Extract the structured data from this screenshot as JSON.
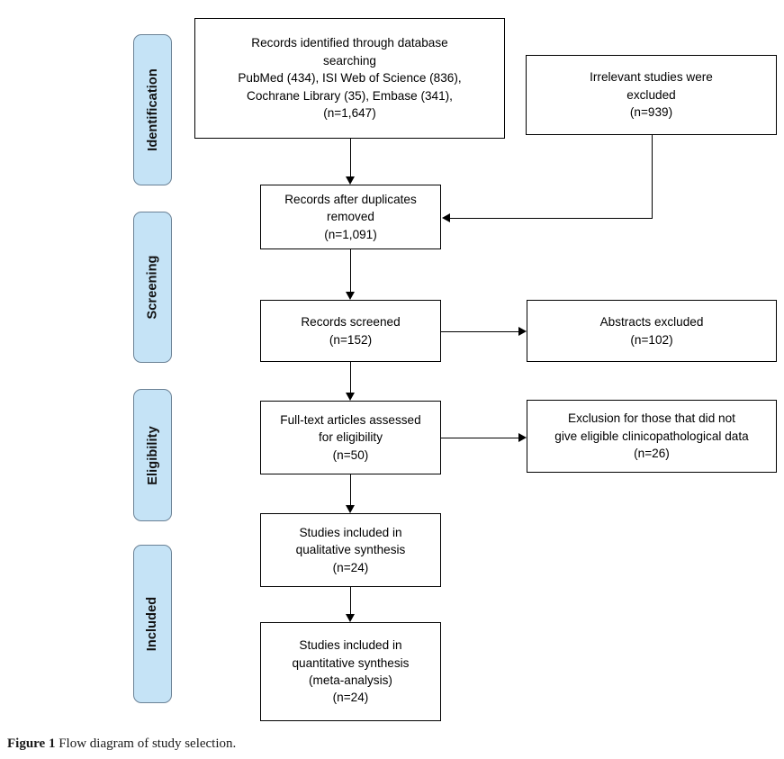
{
  "figure": {
    "caption_label": "Figure 1",
    "caption_text": " Flow diagram of study selection."
  },
  "colors": {
    "pill_fill": "#c5e3f6",
    "pill_border": "#6b8296",
    "box_border": "#000000",
    "box_fill": "#ffffff",
    "connector": "#000000",
    "text": "#000000"
  },
  "stages": [
    {
      "id": "identification",
      "label": "Identification"
    },
    {
      "id": "screening",
      "label": "Screening"
    },
    {
      "id": "eligibility",
      "label": "Eligibility"
    },
    {
      "id": "included",
      "label": "Included"
    }
  ],
  "boxes": {
    "records_identified": {
      "text": "Records identified through database\nsearching\nPubMed (434), ISI Web of Science (836),\nCochrane Library (35), Embase (341),\n(n=1,647)"
    },
    "irrelevant_excluded": {
      "text": "Irrelevant studies were\nexcluded\n(n=939)"
    },
    "duplicates_removed": {
      "text": "Records after duplicates\nremoved\n(n=1,091)"
    },
    "records_screened": {
      "text": "Records screened\n(n=152)"
    },
    "abstracts_excluded": {
      "text": "Abstracts excluded\n(n=102)"
    },
    "fulltext_assessed": {
      "text": "Full-text articles assessed\nfor eligibility\n(n=50)"
    },
    "exclusion_clinicopathological": {
      "text": "Exclusion for those that did not\ngive eligible clinicopathological data\n(n=26)"
    },
    "qualitative_synthesis": {
      "text": "Studies included in\nqualitative synthesis\n(n=24)"
    },
    "quantitative_synthesis": {
      "text": "Studies included in\nquantitative synthesis\n(meta-analysis)\n(n=24)"
    }
  },
  "chart_data": {
    "type": "diagram",
    "title": "Flow diagram of study selection",
    "diagram_kind": "PRISMA flow diagram",
    "stages": [
      "Identification",
      "Screening",
      "Eligibility",
      "Included"
    ],
    "nodes": [
      {
        "id": "records_identified",
        "stage": "Identification",
        "label": "Records identified through database searching",
        "sources": [
          {
            "name": "PubMed",
            "n": 434
          },
          {
            "name": "ISI Web of Science",
            "n": 836
          },
          {
            "name": "Cochrane Library",
            "n": 35
          },
          {
            "name": "Embase",
            "n": 341
          }
        ],
        "n": 1647
      },
      {
        "id": "irrelevant_excluded",
        "stage": "Identification",
        "label": "Irrelevant studies were excluded",
        "n": 939
      },
      {
        "id": "duplicates_removed",
        "stage": "Screening",
        "label": "Records after duplicates removed",
        "n": 1091
      },
      {
        "id": "records_screened",
        "stage": "Screening",
        "label": "Records screened",
        "n": 152
      },
      {
        "id": "abstracts_excluded",
        "stage": "Screening",
        "label": "Abstracts excluded",
        "n": 102
      },
      {
        "id": "fulltext_assessed",
        "stage": "Eligibility",
        "label": "Full-text articles assessed for eligibility",
        "n": 50
      },
      {
        "id": "exclusion_clinicopathological",
        "stage": "Eligibility",
        "label": "Exclusion for those that did not give eligible clinicopathological data",
        "n": 26
      },
      {
        "id": "qualitative_synthesis",
        "stage": "Included",
        "label": "Studies included in qualitative synthesis",
        "n": 24
      },
      {
        "id": "quantitative_synthesis",
        "stage": "Included",
        "label": "Studies included in quantitative synthesis (meta-analysis)",
        "n": 24
      }
    ],
    "edges": [
      {
        "from": "records_identified",
        "to": "duplicates_removed",
        "direction": "down"
      },
      {
        "from": "irrelevant_excluded",
        "to": "duplicates_removed",
        "direction": "down-left"
      },
      {
        "from": "duplicates_removed",
        "to": "records_screened",
        "direction": "down"
      },
      {
        "from": "records_screened",
        "to": "abstracts_excluded",
        "direction": "right"
      },
      {
        "from": "records_screened",
        "to": "fulltext_assessed",
        "direction": "down"
      },
      {
        "from": "fulltext_assessed",
        "to": "exclusion_clinicopathological",
        "direction": "right"
      },
      {
        "from": "fulltext_assessed",
        "to": "qualitative_synthesis",
        "direction": "down"
      },
      {
        "from": "qualitative_synthesis",
        "to": "quantitative_synthesis",
        "direction": "down"
      }
    ]
  }
}
